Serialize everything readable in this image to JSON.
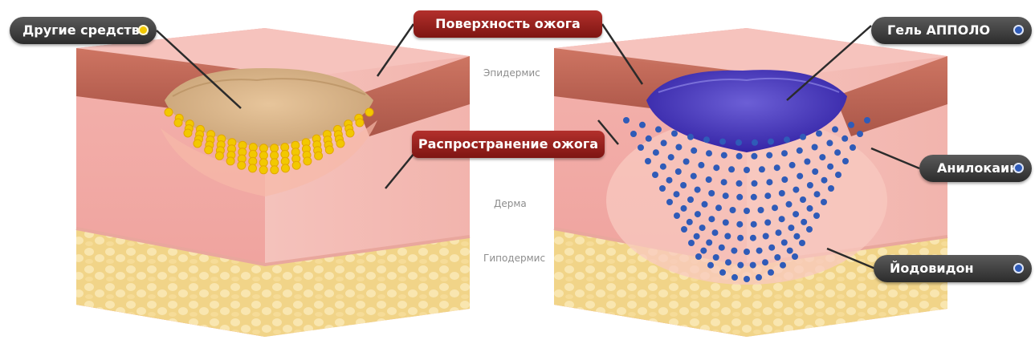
{
  "labels": {
    "other_means": "Другие средства",
    "burn_surface": "Поверхность ожога",
    "burn_spread": "Распространение ожога",
    "gel": "Гель АППОЛО",
    "anilocaine": "Анилокаин",
    "iodovidone": "Йодовидон"
  },
  "layers": {
    "epidermis": "Эпидермис",
    "dermis": "Дерма",
    "hypodermis": "Гиподермис"
  },
  "colors": {
    "yellow_dot": "#f2c800",
    "blue_dot": "#2f5bb8",
    "gel": "#4030b0",
    "label_dark": "#3a3a3a",
    "label_red": "#9a2420"
  }
}
